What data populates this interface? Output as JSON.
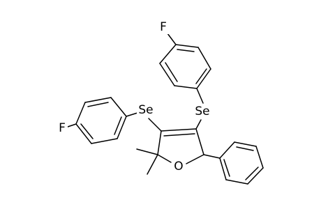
{
  "molecule": {
    "atoms": [
      {
        "id": "F_top",
        "label": "F"
      },
      {
        "id": "Se_top",
        "label": "Se"
      },
      {
        "id": "Se_left",
        "label": "Se"
      },
      {
        "id": "F_left",
        "label": "F"
      },
      {
        "id": "O_ring",
        "label": "O"
      }
    ]
  },
  "colors": {
    "bond": "#000000",
    "background": "#ffffff"
  }
}
